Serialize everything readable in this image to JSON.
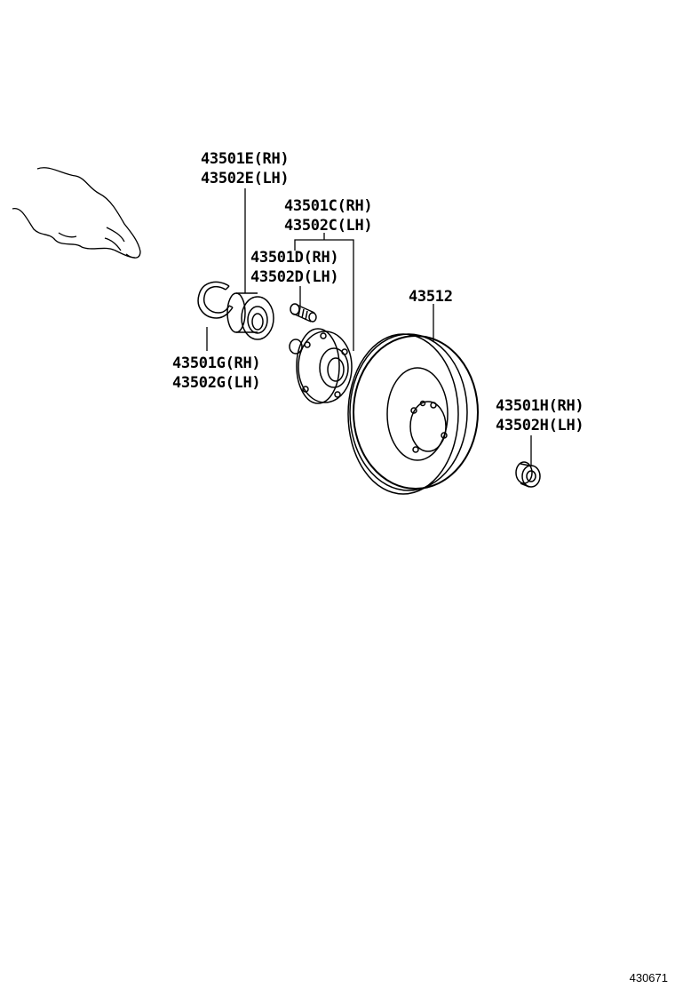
{
  "labels": {
    "bearing_rh": "43501E(RH)",
    "bearing_lh": "43502E(LH)",
    "hub_rh": "43501C(RH)",
    "hub_lh": "43502C(LH)",
    "bolt_rh": "43501D(RH)",
    "bolt_lh": "43502D(LH)",
    "disc": "43512",
    "snapring_rh": "43501G(RH)",
    "snapring_lh": "43502G(LH)",
    "nut_rh": "43501H(RH)",
    "nut_lh": "43502H(LH)"
  },
  "illustration_code": "430671",
  "colors": {
    "line": "#000000",
    "background": "#ffffff"
  }
}
